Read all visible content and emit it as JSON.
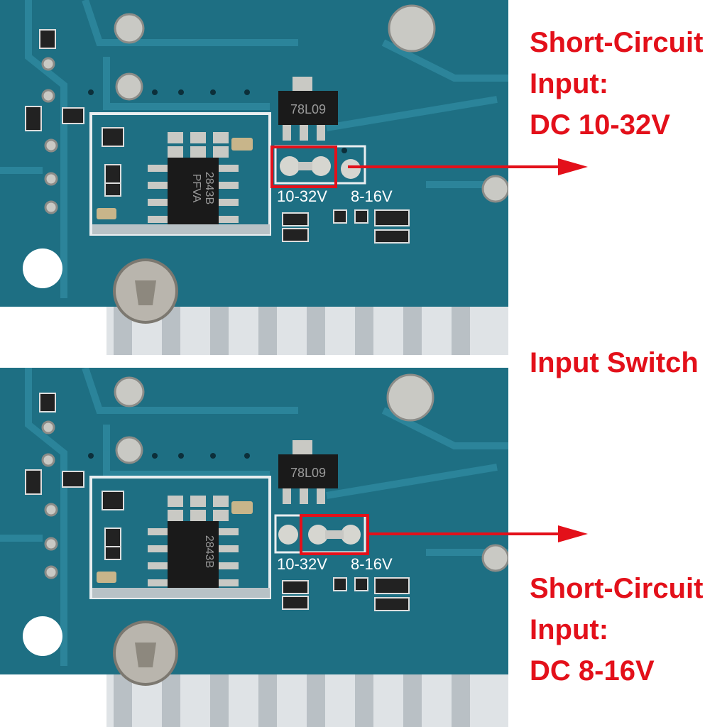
{
  "annotations": {
    "top": {
      "line1": "Short-Circuit",
      "line2": "Input:",
      "line3": "DC 10-32V"
    },
    "middle": "Input Switch",
    "bottom": {
      "line1": "Short-Circuit",
      "line2": "Input:",
      "line3": "DC 8-16V"
    }
  },
  "board": {
    "regulator_marking": "78L09",
    "ic_marking_line1": "2843B",
    "ic_marking_line2": "PFVA",
    "silk_left": "10-32V",
    "silk_right": "8-16V"
  },
  "colors": {
    "annotation_red": "#e3101a",
    "pcb_blue": "#1e6f83",
    "heatsink": "#d8dde0"
  }
}
